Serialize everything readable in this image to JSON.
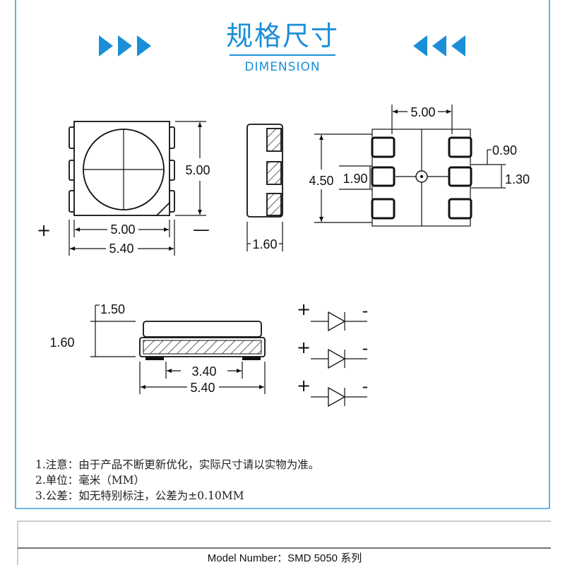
{
  "header": {
    "title_cn": "规格尺寸",
    "title_en": "DIMENSION"
  },
  "top_view": {
    "width_inner": "5.00",
    "width_outer": "5.40",
    "height": "5.00",
    "polarity_plus": "+",
    "polarity_minus": "—"
  },
  "side_view": {
    "thickness": "1.60"
  },
  "bottom_view": {
    "width": "5.00",
    "height": "4.50",
    "dim_a": "1.90",
    "dim_b": "0.90",
    "dim_c": "1.30"
  },
  "section_view": {
    "dim_upper": "1.50",
    "dim_total": "1.60",
    "dim_inner": "3.40",
    "dim_outer": "5.40"
  },
  "circuit": {
    "rows": [
      {
        "plus": "+",
        "minus": "-"
      },
      {
        "plus": "+",
        "minus": "-"
      },
      {
        "plus": "+",
        "minus": "-"
      }
    ]
  },
  "notes": [
    "1.注意：由于产品不断更新优化，实际尺寸请以实物为准。",
    "2.单位：毫米（MM）",
    "3.公差：如无特别标注，公差为±0.10MM"
  ],
  "footer": {
    "model_number": "Model Number：SMD 5050 系列"
  },
  "colors": {
    "accent": "#1a8fd8",
    "frame": "#3a9fdc",
    "ink": "#111111"
  }
}
